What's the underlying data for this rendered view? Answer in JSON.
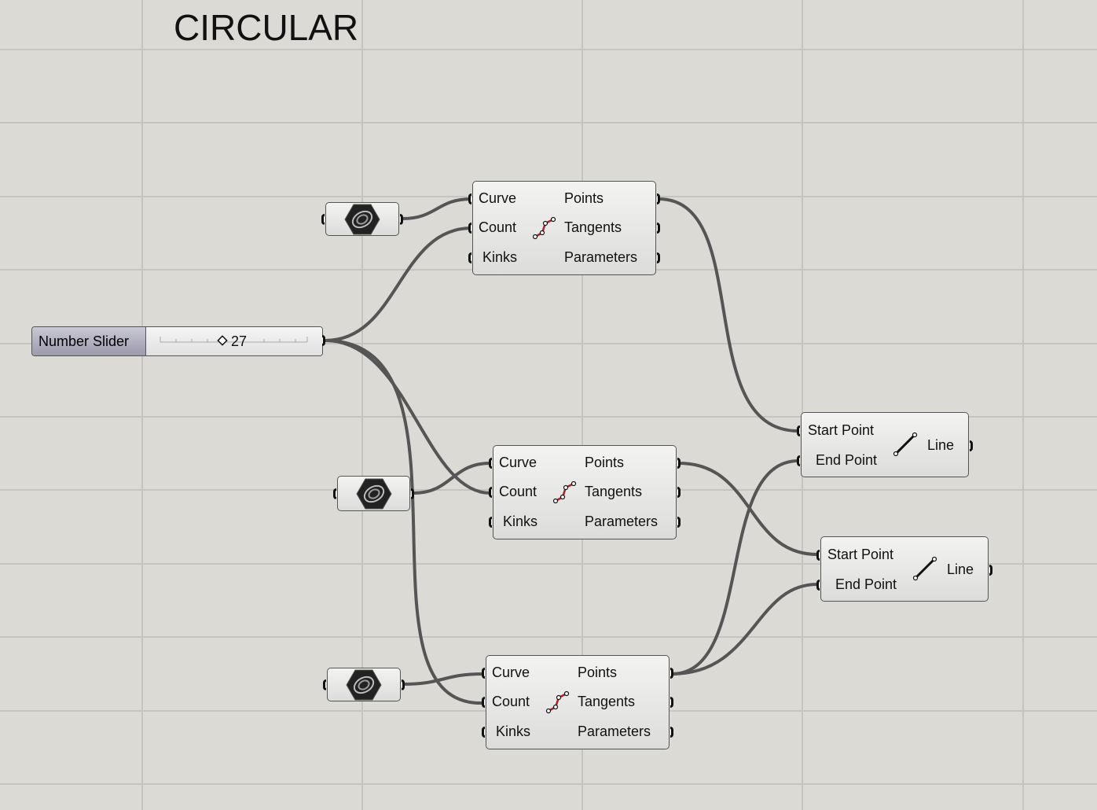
{
  "canvas": {
    "title": "CIRCULAR"
  },
  "slider": {
    "label": "Number Slider",
    "value": "27"
  },
  "curve_params": [
    {
      "icon": "curve-param-icon"
    },
    {
      "icon": "curve-param-icon"
    },
    {
      "icon": "curve-param-icon"
    }
  ],
  "divide": {
    "inputs": [
      "Curve",
      "Count",
      "Kinks"
    ],
    "outputs": [
      "Points",
      "Tangents",
      "Parameters"
    ]
  },
  "line": {
    "inputs": [
      "Start Point",
      "End Point"
    ],
    "output": "Line"
  },
  "colors": {
    "canvas": "#dcdad4",
    "wire": "#555555",
    "grid": "#c6c4be"
  }
}
